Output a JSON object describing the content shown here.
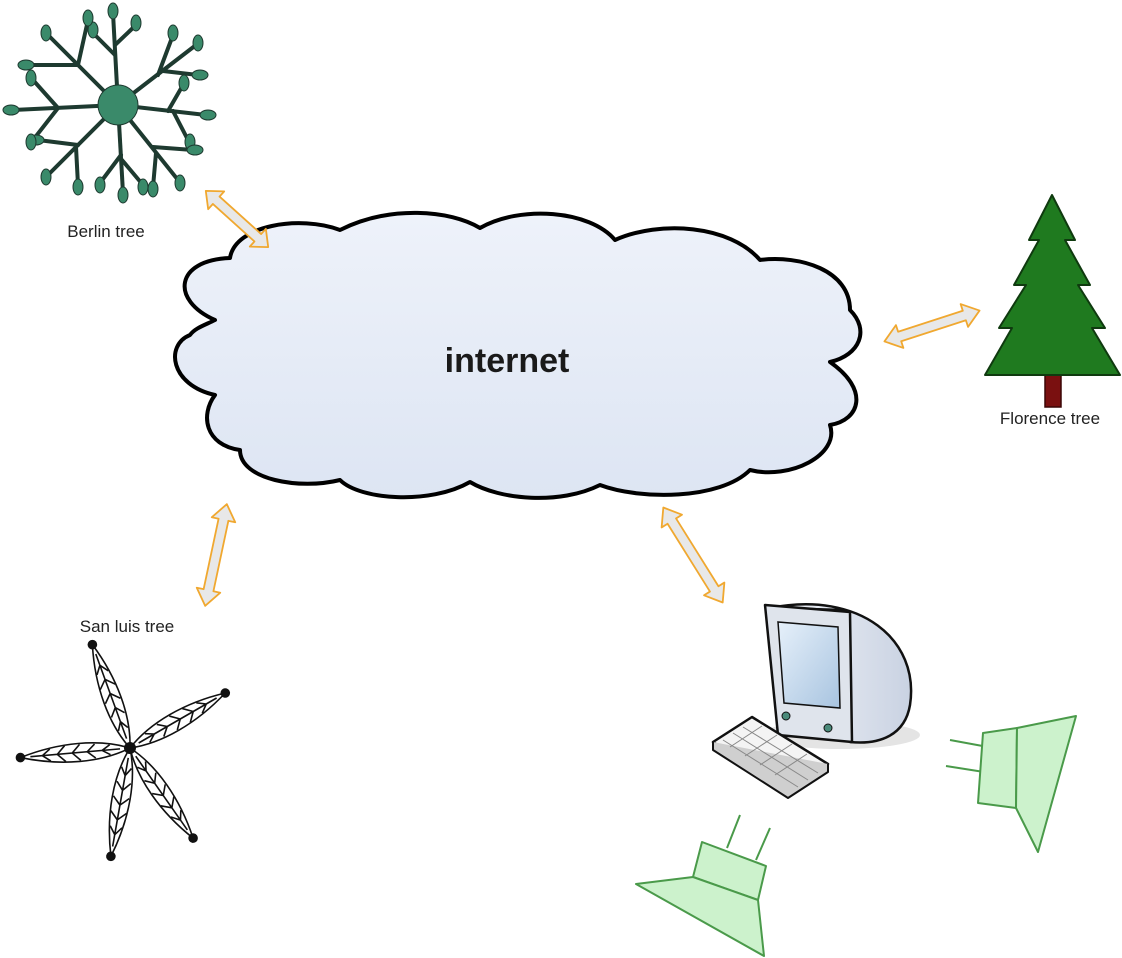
{
  "diagram": {
    "center_label": "internet",
    "nodes": {
      "berlin": "Berlin tree",
      "florence": "Florence tree",
      "san_luis": "San luis tree"
    }
  },
  "colors": {
    "cloud_fill": "#e6ecf7",
    "cloud_stroke": "#000000",
    "arrow_stroke": "#f0a830",
    "arrow_fill": "#e8e8e8",
    "berlin_tree": "#3a8a6a",
    "florence_tree": "#1f7a1f",
    "florence_trunk": "#7a1010",
    "speaker_fill": "#ccf2cc",
    "speaker_stroke": "#4a9a4a",
    "monitor_screen": "#c8dcf0"
  },
  "icons": [
    "berlin-tree-icon",
    "florence-tree-icon",
    "san-luis-tree-icon",
    "computer-icon",
    "speaker-icon"
  ]
}
